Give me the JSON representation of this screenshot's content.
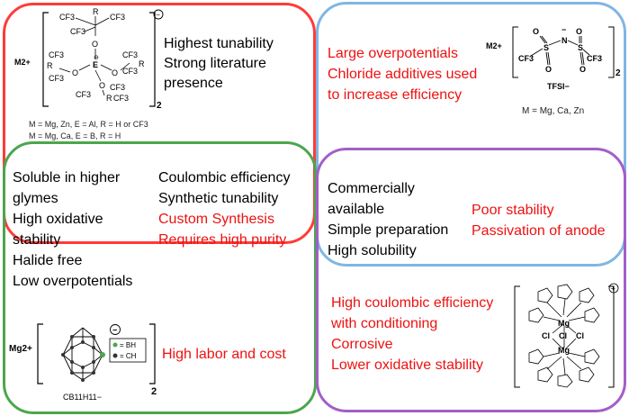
{
  "colors": {
    "red_box": "#ff3b3b",
    "blue_box": "#7fb6e3",
    "green_box": "#4ca64c",
    "purple_box": "#a35ec8",
    "red_text": "#ee1111"
  },
  "red": {
    "bullets": [
      "Highest tunability",
      "Strong literature",
      "presence"
    ],
    "cation": "M2+",
    "subscript": "2",
    "charge": "−",
    "notes": [
      "M = Mg, Zn, E = Al, R = H or CF3",
      "M = Mg, Ca, E = B, R = H"
    ],
    "labels": {
      "E": "E",
      "O": "O",
      "CF3": "CF3",
      "R": "R"
    }
  },
  "blue": {
    "bullets": [
      "Large overpotentials",
      "Chloride additives used",
      "to increase efficiency"
    ],
    "cation": "M2+",
    "anion_name": "TFSI−",
    "subscript": "2",
    "note": "M = Mg, Ca, Zn",
    "labels": {
      "CF3": "CF3",
      "S": "S",
      "N": "N",
      "O": "O",
      "minus": "−"
    }
  },
  "green": {
    "left": [
      "Soluble in higher",
      "glymes",
      "High oxidative",
      "stability",
      "Halide free",
      "Low overpotentials"
    ],
    "right_black": [
      "Coulombic efficiency",
      "Synthetic tunability"
    ],
    "right_red": [
      "Custom Synthesis",
      "Requires high purity"
    ],
    "cost": "High labor and cost",
    "cation": "Mg2+",
    "formula": "CB11H11−",
    "subscript": "2",
    "charge": "−",
    "legend": [
      "= BH",
      "= CH"
    ]
  },
  "purple": {
    "left": [
      "Commercially",
      "available",
      "Simple preparation",
      "High solubility"
    ],
    "right_red": [
      "Poor stability",
      "Passivation of anode"
    ],
    "bottom_red": [
      "High coulombic efficiency",
      "with conditioning",
      "Corrosive",
      "Lower oxidative stability"
    ],
    "labels": {
      "Mg": "Mg",
      "Cl": "Cl",
      "charge": "+"
    }
  }
}
